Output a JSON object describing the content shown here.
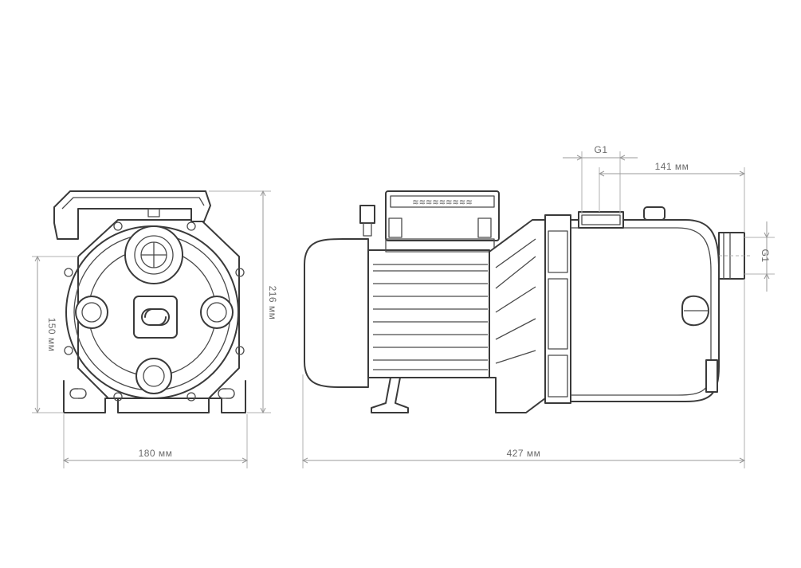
{
  "dimensions": {
    "front_width": "180 мм",
    "front_height_base": "150 мм",
    "front_height_total": "216 мм",
    "side_length": "427 мм",
    "side_outlet_offset": "141 мм",
    "top_port_thread": "G1",
    "side_port_thread": "G1"
  },
  "colors": {
    "line": "#3a3a3a",
    "dimension": "#9a9a9a",
    "text": "#6b6b6b",
    "background": "#ffffff"
  },
  "icons": {
    "brand_logo": "dzhileks-logo-icon"
  }
}
